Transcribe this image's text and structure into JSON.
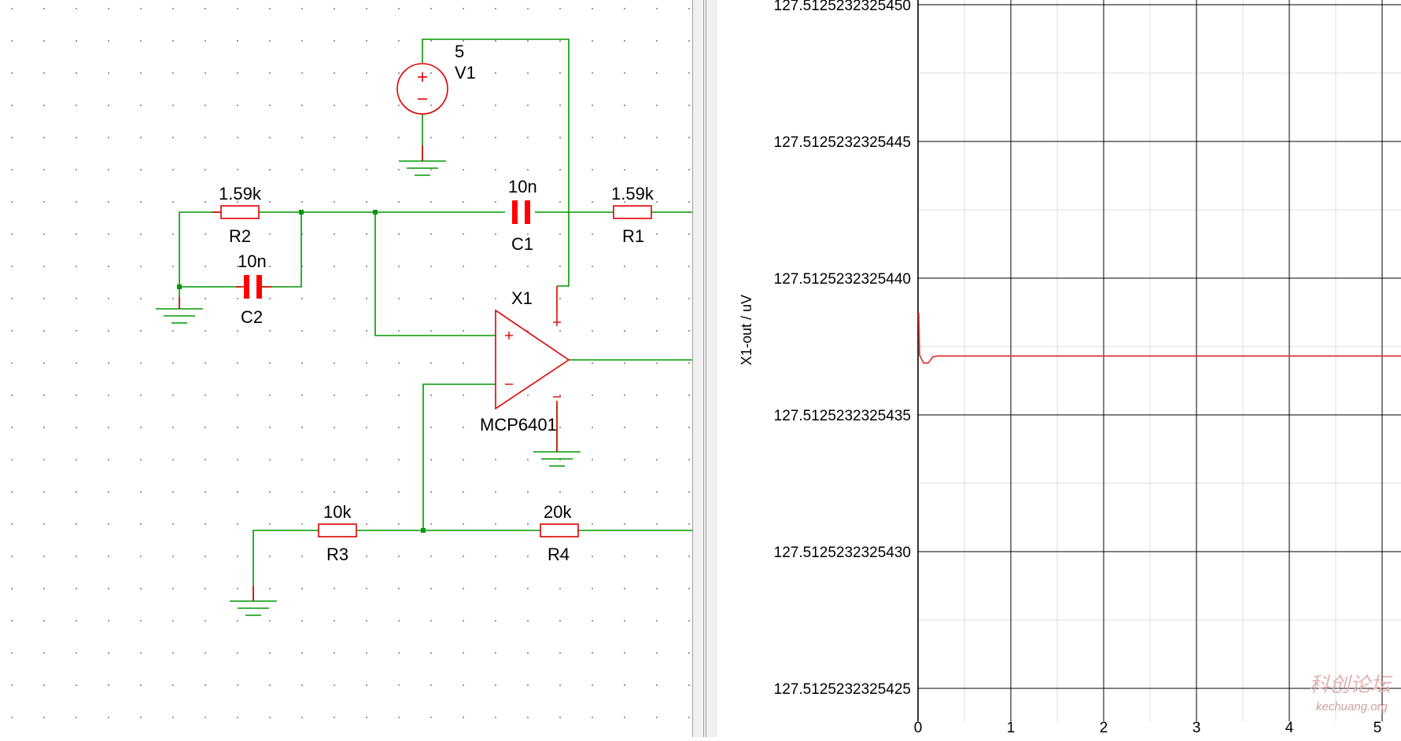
{
  "schematic": {
    "components": {
      "v1": {
        "value": "5",
        "ref": "V1"
      },
      "r2": {
        "value": "1.59k",
        "ref": "R2"
      },
      "c2": {
        "value": "10n",
        "ref": "C2"
      },
      "c1": {
        "value": "10n",
        "ref": "C1"
      },
      "r1": {
        "value": "1.59k",
        "ref": "R1"
      },
      "x1": {
        "ref": "X1",
        "model": "MCP6401"
      },
      "r3": {
        "value": "10k",
        "ref": "R3"
      },
      "r4": {
        "value": "20k",
        "ref": "R4"
      }
    },
    "colors": {
      "wire": "#009900",
      "component": "#e00000",
      "grid_dot": "#9a9a9a"
    }
  },
  "plot": {
    "ylabel": "X1-out / uV",
    "yticks": [
      "127.5125232325450",
      "127.5125232325445",
      "127.5125232325440",
      "127.5125232325435",
      "127.5125232325430",
      "127.5125232325425"
    ],
    "xticks": [
      "0",
      "1",
      "2",
      "3",
      "4",
      "5"
    ],
    "trace_color": "#e04040"
  },
  "watermark": {
    "text": "科创论坛",
    "subtext": "kechuang.org"
  }
}
